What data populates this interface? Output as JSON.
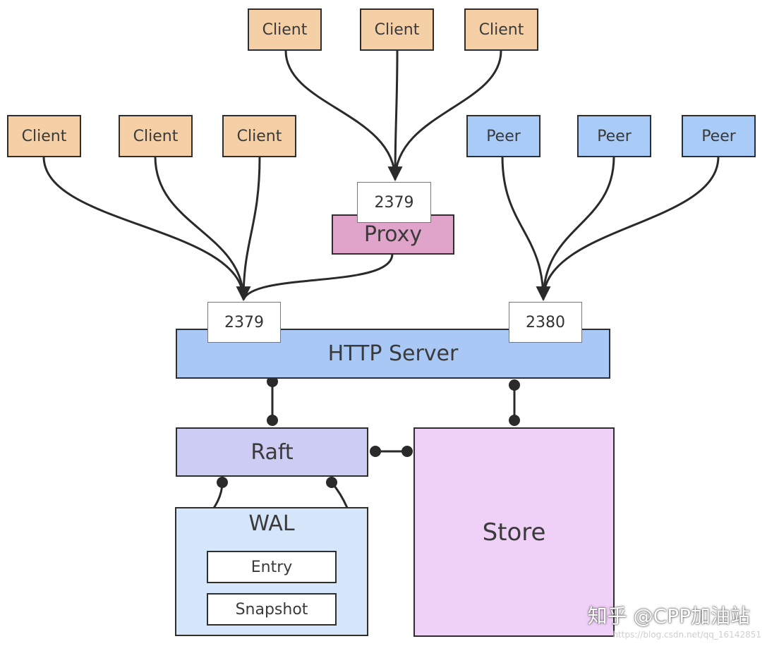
{
  "clients_top": [
    {
      "label": "Client"
    },
    {
      "label": "Client"
    },
    {
      "label": "Client"
    }
  ],
  "clients_left": [
    {
      "label": "Client"
    },
    {
      "label": "Client"
    },
    {
      "label": "Client"
    }
  ],
  "peers": [
    {
      "label": "Peer"
    },
    {
      "label": "Peer"
    },
    {
      "label": "Peer"
    }
  ],
  "proxy": {
    "label": "Proxy",
    "port": "2379"
  },
  "http_server": {
    "label": "HTTP Server",
    "client_port": "2379",
    "peer_port": "2380"
  },
  "raft": {
    "label": "Raft"
  },
  "wal": {
    "label": "WAL",
    "entry": "Entry",
    "snapshot": "Snapshot"
  },
  "store": {
    "label": "Store"
  },
  "watermark": {
    "text": "知乎 @CPP加油站",
    "url": "https://blog.csdn.net/qq_16142851"
  },
  "colors": {
    "client": "#f5d0a6",
    "peer": "#a8cbf7",
    "proxy": "#e0a3c9",
    "http": "#a9c8f5",
    "raft": "#ccccf4",
    "store": "#efd0f7",
    "wal": "#d5e6fb"
  }
}
